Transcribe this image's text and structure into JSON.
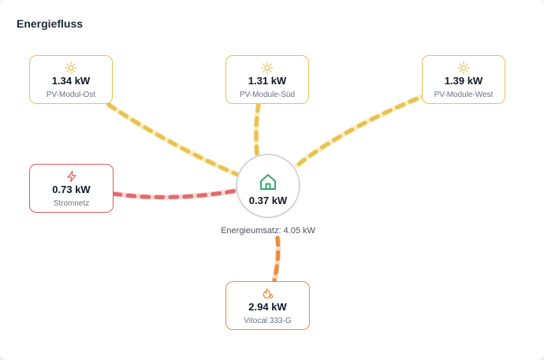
{
  "card": {
    "title": "Energiefluss"
  },
  "sources": {
    "pv_east": {
      "value": "1.34 kW",
      "label": "PV-Modul-Ost",
      "icon": "sun-icon"
    },
    "pv_south": {
      "value": "1.31 kW",
      "label": "PV-Module-Süd",
      "icon": "sun-icon"
    },
    "pv_west": {
      "value": "1.39 kW",
      "label": "PV-Module-West",
      "icon": "sun-icon"
    },
    "grid": {
      "value": "0.73 kW",
      "label": "Stromnetz",
      "icon": "lightning-icon"
    }
  },
  "house": {
    "value": "0.37 kW",
    "icon": "house-icon",
    "total_label": "Energieumsatz: 4.05 kW"
  },
  "consumers": {
    "heat_pump": {
      "value": "2.94 kW",
      "label": "Vitocal 333-G",
      "icon": "flame-drop-icon"
    }
  },
  "colors": {
    "solar": "#e8c14e",
    "solar_track": "#fbeec4",
    "grid": "#e26a6a",
    "grid_track": "#f9dada",
    "heat_pump": "#ee8a3c",
    "heat_pump_track": "#fbdfc8",
    "house_icon": "#3aa56b"
  }
}
